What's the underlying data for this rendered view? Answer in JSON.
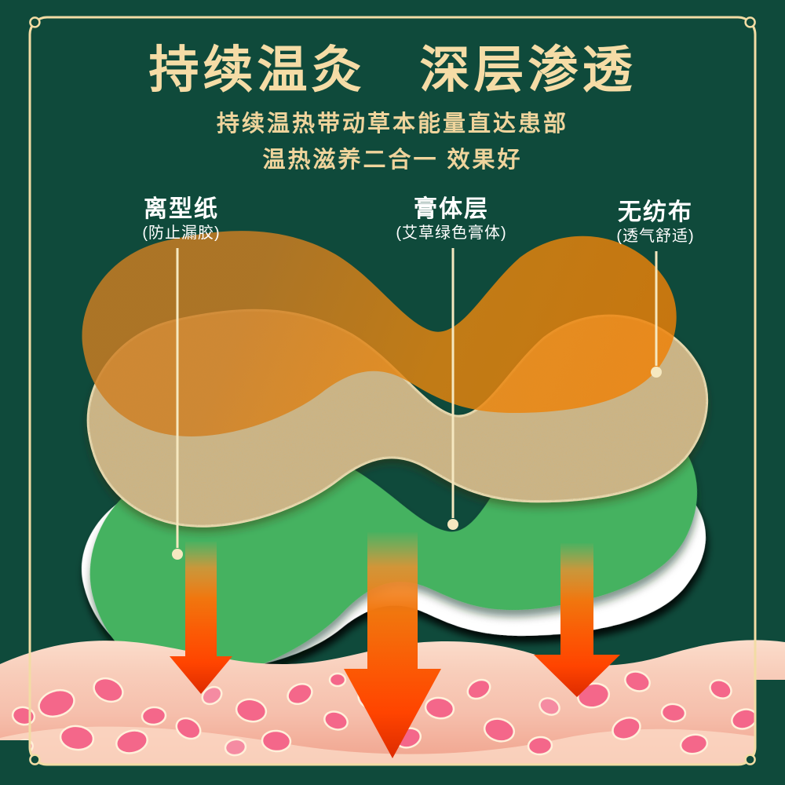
{
  "title": "持续温灸　深层渗透",
  "subtitle": {
    "line1": "持续温热带动草本能量直达患部",
    "line2": "温热滋养二合一 效果好"
  },
  "layer_labels": [
    {
      "id": "release-paper",
      "name": "离型纸",
      "note": "(防止漏胶)"
    },
    {
      "id": "paste-layer",
      "name": "膏体层",
      "note": "(艾草绿色膏体)"
    },
    {
      "id": "non-woven",
      "name": "无纺布",
      "note": "(透气舒适)"
    }
  ],
  "colors": {
    "background_green": "#0F4A3B",
    "title_gold": "#F5DCA6",
    "subtitle_gold": "#EFD49C",
    "frame_gold": "#F2DCA4",
    "label_white": "#FFFFFF",
    "leader_line": "#F5E8C0",
    "layer_nonwoven_orange": "#E8860F",
    "layer_herbal_tan": "#CDB382",
    "layer_paste_green": "#2E9E4D",
    "layer_release_white": "#FFFFFF",
    "arrow_orange_red": "#FF4A00",
    "tissue_pink": "#F6C5B2",
    "cell_pink": "#F4678A"
  }
}
